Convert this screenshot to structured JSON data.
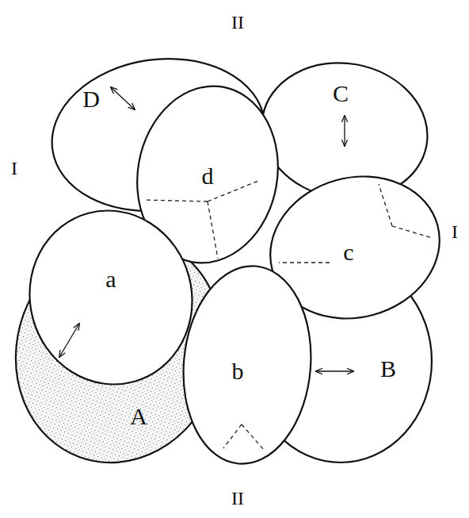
{
  "diagram": {
    "nodes": [
      {
        "text": [
          "D"
        ]
      },
      {
        "text": [
          "d"
        ]
      },
      {
        "text": [
          "C"
        ]
      },
      {
        "text": [
          "c"
        ]
      },
      {
        "text": [
          "a"
        ]
      },
      {
        "text": [
          "b"
        ]
      },
      {
        "text": [
          "B"
        ]
      },
      {
        "text": [
          "A"
        ]
      }
    ],
    "labels": [
      "II",
      "I",
      "I",
      "II"
    ]
  }
}
